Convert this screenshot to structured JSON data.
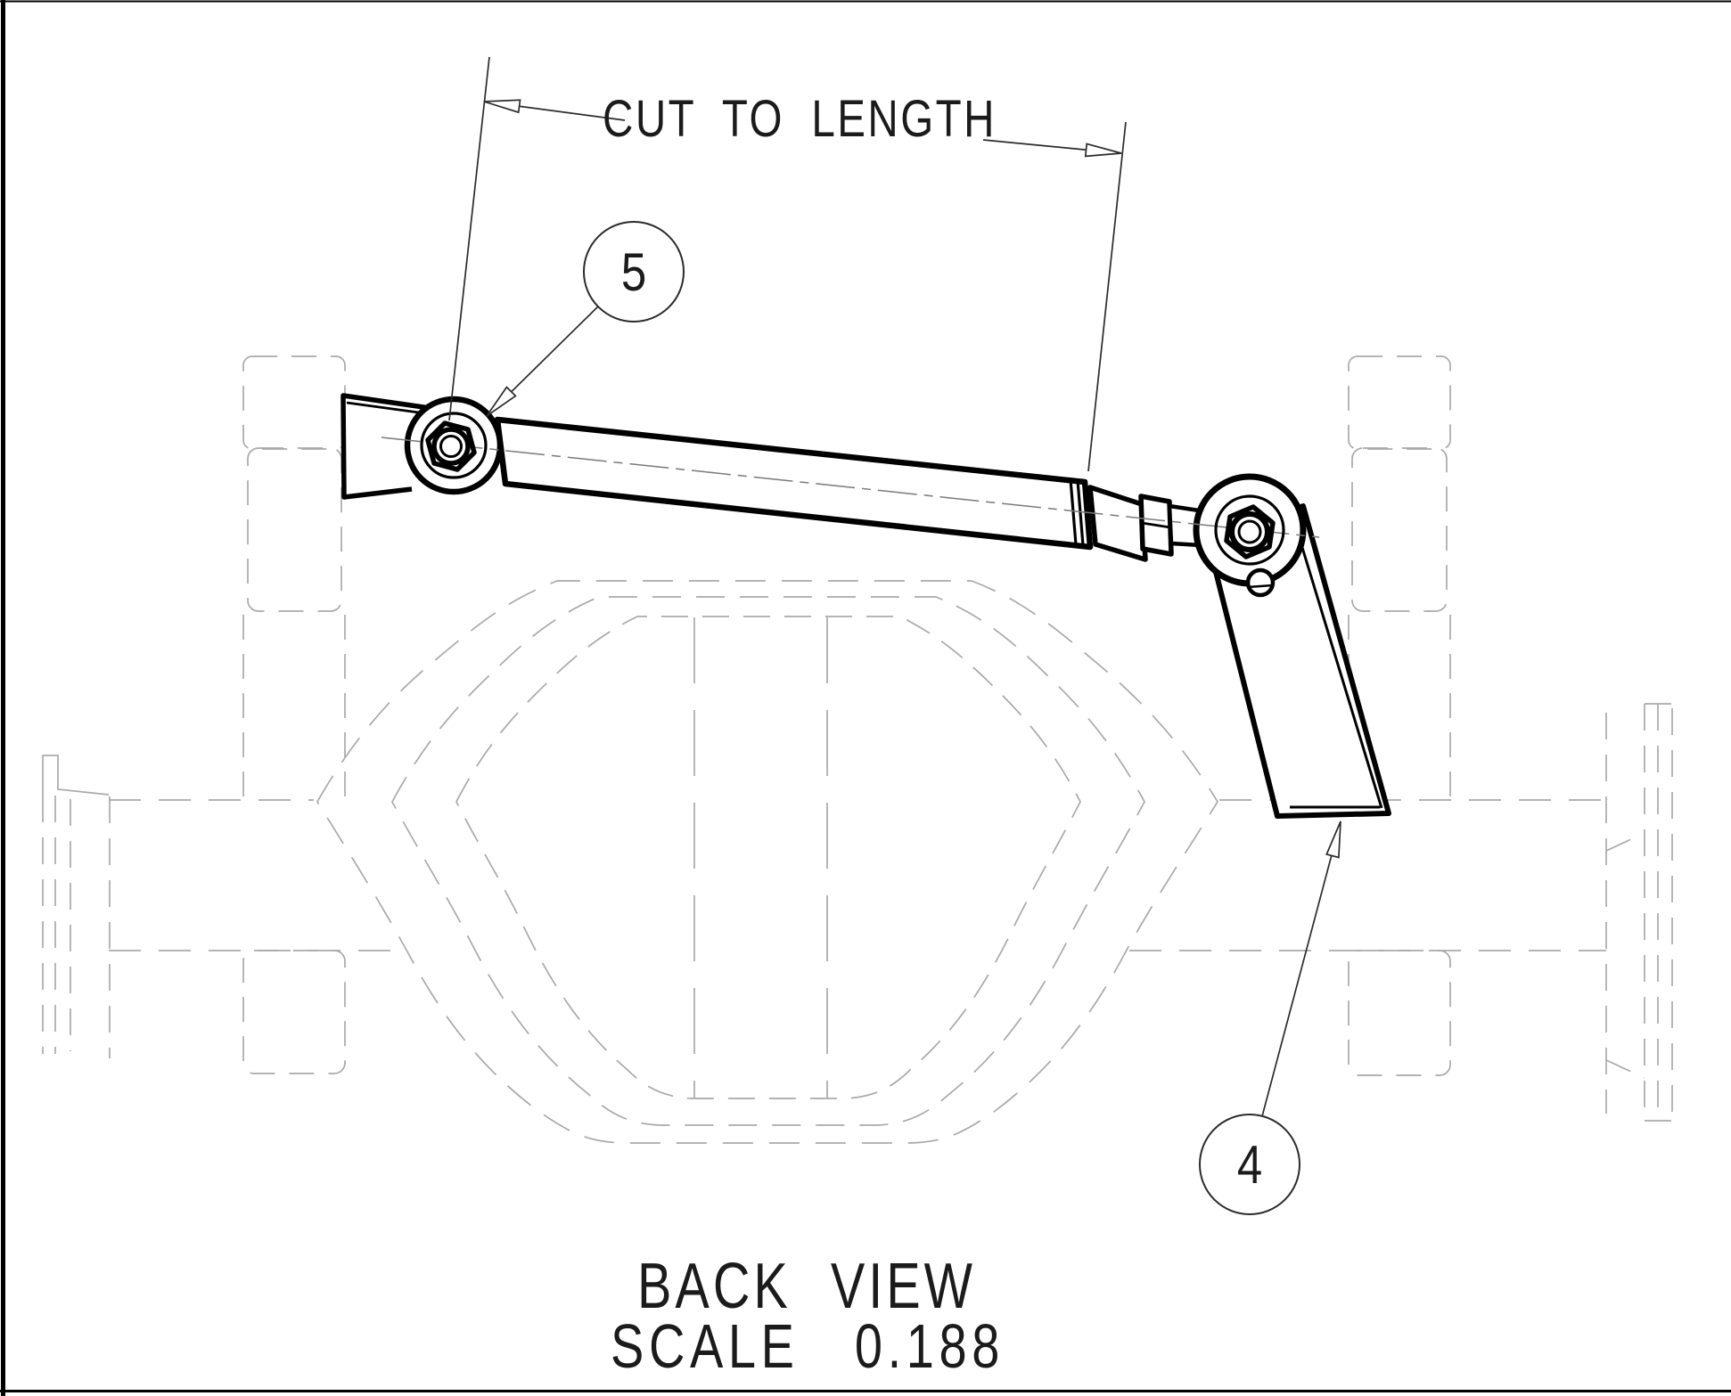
{
  "drawing": {
    "dimension": {
      "label": "CUT TO LENGTH"
    },
    "balloons": {
      "item_5": "5",
      "item_4": "4"
    },
    "view": {
      "title": "BACK VIEW",
      "scale_label": "SCALE",
      "scale_value": "0.188"
    },
    "colors": {
      "object_lines": "#000000",
      "hidden_lines": "#a9a9a9",
      "annotation_lines": "#2b2b2b",
      "centerline": "#7a7a7a",
      "paper": "#ffffff"
    }
  }
}
